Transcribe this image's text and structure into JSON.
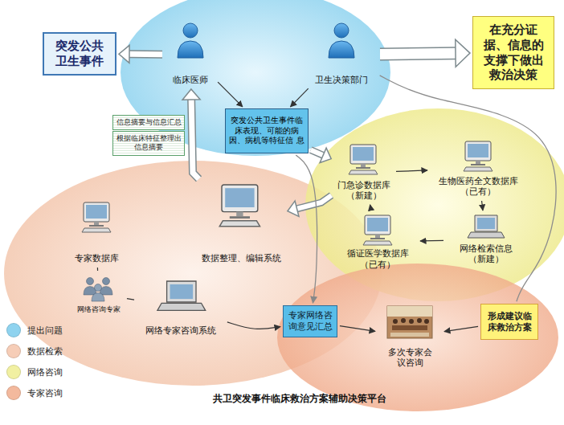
{
  "diagram": {
    "caption": "共卫突发事件临床救治方案辅助决策平台",
    "nodes": [
      {
        "text": [
          "突发公共 卫生事件"
        ]
      },
      {
        "text": [
          "临床医师"
        ]
      },
      {
        "text": [
          "卫生决策部门"
        ]
      },
      {
        "text": [
          "在充分证 据、信息的 支撑下做出 救治决策"
        ]
      },
      {
        "text": [
          "突发公共卫生事件临 床表现、可能的病 因、病机等特征信 息"
        ]
      },
      {
        "text": [
          "信息摘要与信息汇总"
        ]
      },
      {
        "text": [
          "根据临床特征整理出 信息摘要"
        ]
      },
      {
        "text": [
          "门急诊数据库 （新建）"
        ]
      },
      {
        "text": [
          "生物医药全文数据库 （已有）"
        ]
      },
      {
        "text": [
          "循证医学数据库 （已有）"
        ]
      },
      {
        "text": [
          "网络检索信息 （新建）"
        ]
      },
      {
        "text": [
          "专家数据库"
        ]
      },
      {
        "text": [
          "网络咨询专家"
        ]
      },
      {
        "text": [
          "数据整理、编辑系统"
        ]
      },
      {
        "text": [
          "网络专家咨询系统"
        ]
      },
      {
        "text": [
          "专家网络咨 询意见汇总"
        ]
      },
      {
        "text": [
          "多次专家会 议咨询"
        ]
      },
      {
        "text": [
          "形成建议临 床救治方案"
        ]
      }
    ],
    "edges": [
      {
        "from": 1,
        "to": 0,
        "arrow": "to"
      },
      {
        "from": 2,
        "to": 3,
        "arrow": "to"
      },
      {
        "from": 1,
        "to": 4,
        "arrow": "to"
      },
      {
        "from": 2,
        "to": 4,
        "arrow": "to"
      },
      {
        "from": 4,
        "to": 7,
        "arrow": "to"
      },
      {
        "from": 13,
        "to": 1,
        "arrow": "to"
      },
      {
        "from": 7,
        "to": 13,
        "arrow": "to"
      },
      {
        "from": 7,
        "to": 8,
        "arrow": "to"
      },
      {
        "from": 8,
        "to": 10,
        "arrow": "to"
      },
      {
        "from": 10,
        "to": 9,
        "arrow": "to"
      },
      {
        "from": 9,
        "to": 7,
        "arrow": "to"
      },
      {
        "from": 11,
        "to": 12,
        "arrow": "none"
      },
      {
        "from": 12,
        "to": 14,
        "arrow": "none"
      },
      {
        "from": 14,
        "to": 15,
        "arrow": "to"
      },
      {
        "from": 4,
        "to": 15,
        "arrow": "to"
      },
      {
        "from": 15,
        "to": 16,
        "arrow": "to"
      },
      {
        "from": 17,
        "to": 16,
        "arrow": "to"
      },
      {
        "from": 2,
        "to": 17,
        "arrow": "none"
      }
    ],
    "legend": [
      {
        "text": "提出问题",
        "color": "#8fd3ef"
      },
      {
        "text": "数据检索",
        "color": "#f6cdb7"
      },
      {
        "text": "网络咨询",
        "color": "#f1f0a2"
      },
      {
        "text": "专家咨询",
        "color": "#f3b99d"
      }
    ]
  }
}
